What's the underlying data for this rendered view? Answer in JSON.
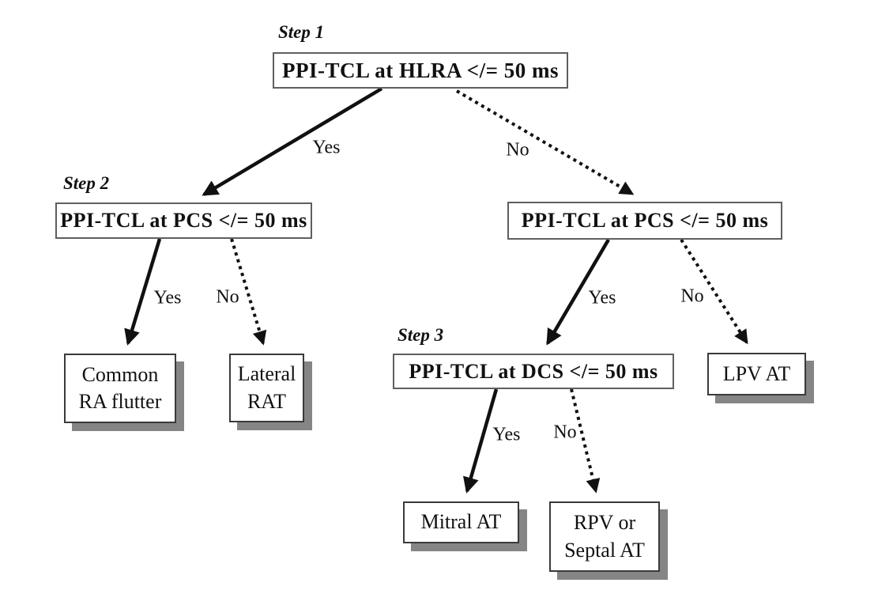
{
  "nodes": {
    "step1": {
      "step_label": "Step 1",
      "text": "PPI-TCL at HLRA </= 50 ms"
    },
    "step2": {
      "step_label": "Step 2",
      "text": "PPI-TCL at PCS </= 50 ms"
    },
    "pcs_right": {
      "text": "PPI-TCL at PCS </= 50 ms"
    },
    "step3": {
      "step_label": "Step 3",
      "text": "PPI-TCL at DCS </= 50 ms"
    },
    "common_ra_flutter": {
      "text": "Common RA flutter"
    },
    "lateral_rat": {
      "text": "Lateral RAT"
    },
    "lpv_at": {
      "text": "LPV AT"
    },
    "mitral_at": {
      "text": "Mitral AT"
    },
    "rpv_septal_at": {
      "text": "RPV or Septal AT"
    }
  },
  "edges": [
    {
      "from": "step1",
      "to": "step2",
      "label": "Yes",
      "style": "solid"
    },
    {
      "from": "step1",
      "to": "pcs_right",
      "label": "No",
      "style": "dotted"
    },
    {
      "from": "step2",
      "to": "common_ra_flutter",
      "label": "Yes",
      "style": "solid"
    },
    {
      "from": "step2",
      "to": "lateral_rat",
      "label": "No",
      "style": "dotted"
    },
    {
      "from": "pcs_right",
      "to": "step3",
      "label": "Yes",
      "style": "solid"
    },
    {
      "from": "pcs_right",
      "to": "lpv_at",
      "label": "No",
      "style": "dotted"
    },
    {
      "from": "step3",
      "to": "mitral_at",
      "label": "Yes",
      "style": "solid"
    },
    {
      "from": "step3",
      "to": "rpv_septal_at",
      "label": "No",
      "style": "dotted"
    }
  ],
  "colors": {
    "background": "#ffffff",
    "decision_border": "#5f5f5f",
    "terminal_border": "#3a3a3a",
    "shadow": "#858585",
    "text": "#111111",
    "arrow": "#111111"
  }
}
